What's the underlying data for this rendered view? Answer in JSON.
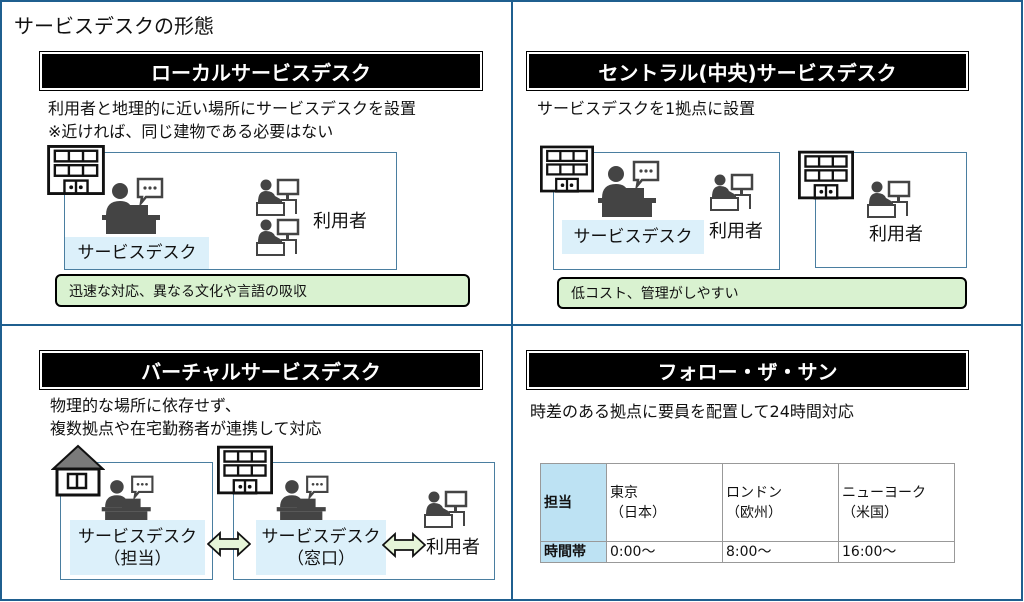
{
  "title": "サービスデスクの形態",
  "local": {
    "header": "ローカルサービスデスク",
    "desc1": "利用者と地理的に近い場所にサービスデスクを設置",
    "desc2": "※近ければ、同じ建物である必要はない",
    "desk_label": "サービスデスク",
    "users_label": "利用者",
    "merit": "迅速な対応、異なる文化や言語の吸収"
  },
  "central": {
    "header": "セントラル(中央)サービスデスク",
    "desc": "サービスデスクを1拠点に設置",
    "desk_label": "サービスデスク",
    "users_label1": "利用者",
    "users_label2": "利用者",
    "merit": "低コスト、管理がしやすい"
  },
  "virtual": {
    "header": "バーチャルサービスデスク",
    "desc1": "物理的な場所に依存せず、",
    "desc2": "複数拠点や在宅勤務者が連携して対応",
    "desk1_line1": "サービスデスク",
    "desk1_line2": "（担当）",
    "desk2_line1": "サービスデスク",
    "desk2_line2": "（窓口）",
    "users_label": "利用者"
  },
  "follow": {
    "header": "フォロー・ザ・サン",
    "desc": "時差のある拠点に要員を配置して24時間対応",
    "table": {
      "row1_header": "担当",
      "row2_header": "時間帯",
      "cols": [
        {
          "city": "東京",
          "region": "（日本）",
          "time": "0:00〜"
        },
        {
          "city": "ロンドン",
          "region": "（欧州）",
          "time": "8:00〜"
        },
        {
          "city": "ニューヨーク",
          "region": "（米国）",
          "time": "16:00〜"
        }
      ]
    }
  }
}
